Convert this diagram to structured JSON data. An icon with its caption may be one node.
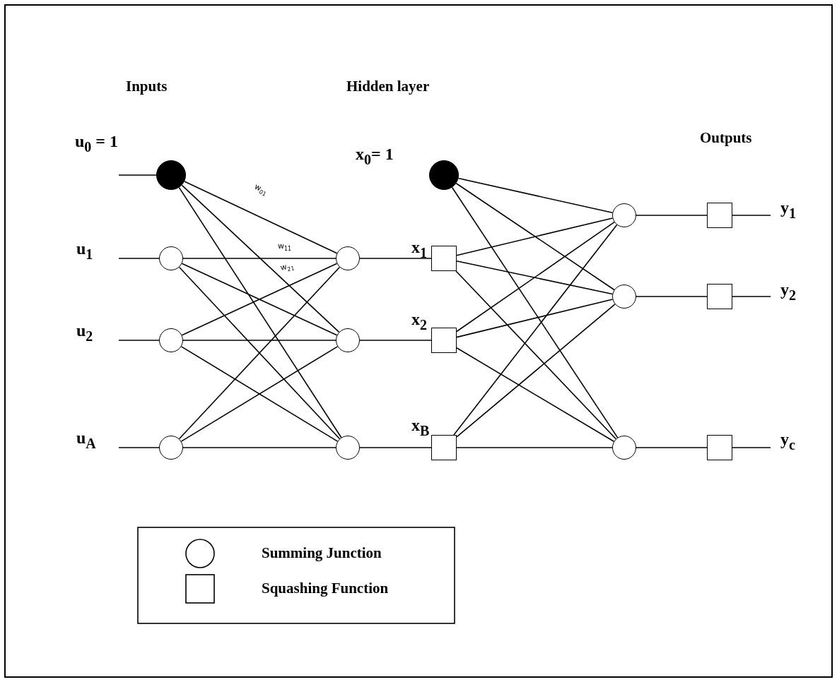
{
  "diagram": {
    "nodes": [
      {
        "text": [],
        "shape": "dot",
        "beside": [
          "u$_{0}$ = 1"
        ]
      },
      {
        "text": [],
        "shape": "circle",
        "beside": [
          "u$_{1}$"
        ]
      },
      {
        "text": [],
        "shape": "circle",
        "beside": [
          "u$_{2}$"
        ]
      },
      {
        "text": [],
        "shape": "circle",
        "beside": [
          "u$_{A}$"
        ]
      },
      {
        "text": [],
        "shape": "circle"
      },
      {
        "text": [],
        "shape": "circle"
      },
      {
        "text": [],
        "shape": "circle"
      },
      {
        "text": [],
        "shape": "dot",
        "beside": [
          "x$_{0}$= 1"
        ]
      },
      {
        "text": [],
        "shape": "box",
        "beside": [
          "x$_{1}$"
        ]
      },
      {
        "text": [],
        "shape": "box",
        "beside": [
          "x$_{2}$"
        ]
      },
      {
        "text": [],
        "shape": "box",
        "beside": [
          "x$_{B}$"
        ]
      },
      {
        "text": [],
        "shape": "circle"
      },
      {
        "text": [],
        "shape": "circle"
      },
      {
        "text": [],
        "shape": "circle"
      },
      {
        "text": [],
        "shape": "box",
        "beside": [
          "y$_{1}$"
        ]
      },
      {
        "text": [],
        "shape": "box",
        "beside": [
          "y$_{2}$"
        ]
      },
      {
        "text": [],
        "shape": "box",
        "beside": [
          "y$_{c}$"
        ]
      }
    ],
    "edges": [
      {
        "from": null,
        "to": 0,
        "arrow": "none"
      },
      {
        "from": null,
        "to": 1,
        "arrow": "none"
      },
      {
        "from": null,
        "to": 2,
        "arrow": "none"
      },
      {
        "from": null,
        "to": 3,
        "arrow": "none"
      },
      {
        "from": 0,
        "to": 4,
        "arrow": "none",
        "label": "w$_{01}$"
      },
      {
        "from": 0,
        "to": 5,
        "arrow": "none"
      },
      {
        "from": 0,
        "to": 6,
        "arrow": "none"
      },
      {
        "from": 1,
        "to": 4,
        "arrow": "none",
        "label": "w$_{11}$"
      },
      {
        "from": 1,
        "to": 5,
        "arrow": "none"
      },
      {
        "from": 1,
        "to": 6,
        "arrow": "none"
      },
      {
        "from": 2,
        "to": 4,
        "arrow": "none",
        "label": "w$_{21}$"
      },
      {
        "from": 2,
        "to": 5,
        "arrow": "none"
      },
      {
        "from": 2,
        "to": 6,
        "arrow": "none"
      },
      {
        "from": 3,
        "to": 4,
        "arrow": "none"
      },
      {
        "from": 3,
        "to": 5,
        "arrow": "none"
      },
      {
        "from": 3,
        "to": 6,
        "arrow": "none"
      },
      {
        "from": 4,
        "to": 8,
        "arrow": "none"
      },
      {
        "from": 5,
        "to": 9,
        "arrow": "none"
      },
      {
        "from": 6,
        "to": 10,
        "arrow": "none"
      },
      {
        "from": 7,
        "to": 11,
        "arrow": "none"
      },
      {
        "from": 7,
        "to": 12,
        "arrow": "none"
      },
      {
        "from": 7,
        "to": 13,
        "arrow": "none"
      },
      {
        "from": 8,
        "to": 11,
        "arrow": "none"
      },
      {
        "from": 8,
        "to": 12,
        "arrow": "none"
      },
      {
        "from": 8,
        "to": 13,
        "arrow": "none"
      },
      {
        "from": 9,
        "to": 11,
        "arrow": "none"
      },
      {
        "from": 9,
        "to": 12,
        "arrow": "none"
      },
      {
        "from": 9,
        "to": 13,
        "arrow": "none"
      },
      {
        "from": 10,
        "to": 11,
        "arrow": "none"
      },
      {
        "from": 10,
        "to": 12,
        "arrow": "none"
      },
      {
        "from": 10,
        "to": 13,
        "arrow": "none"
      },
      {
        "from": 11,
        "to": 14,
        "arrow": "none"
      },
      {
        "from": 12,
        "to": 15,
        "arrow": "none"
      },
      {
        "from": 13,
        "to": 16,
        "arrow": "none"
      },
      {
        "from": 14,
        "to": null,
        "arrow": "none"
      },
      {
        "from": 15,
        "to": null,
        "arrow": "none"
      },
      {
        "from": 16,
        "to": null,
        "arrow": "none"
      }
    ],
    "labels": [
      "Inputs",
      "Hidden layer",
      "Outputs"
    ],
    "legend": [
      {
        "text": "Summing Junction"
      },
      {
        "text": "Squashing Function"
      }
    ]
  }
}
